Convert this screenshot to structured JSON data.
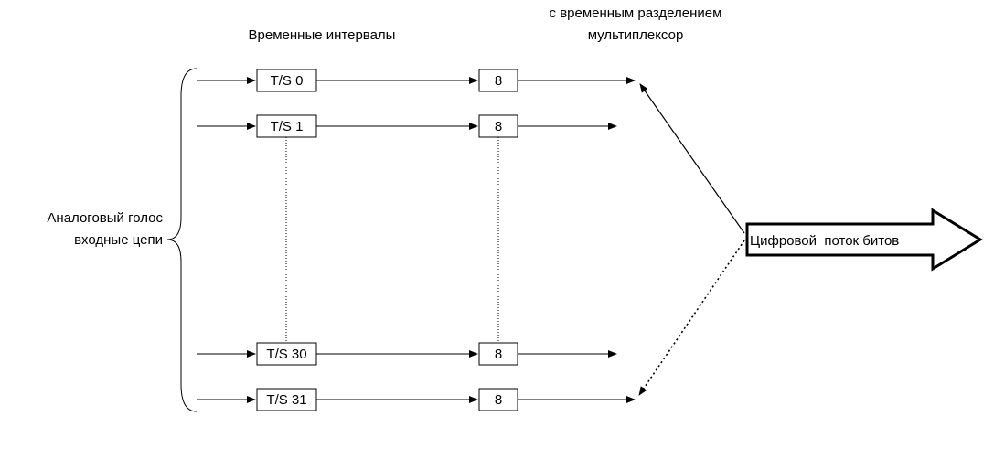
{
  "labels": {
    "timeslots_title": "Временные интервалы",
    "mux_title_line1": "с временным разделением",
    "mux_title_line2": "мультиплексор",
    "input_line1": "Аналоговый голос",
    "input_line2": "входные цепи",
    "output": "Цифровой  поток битов"
  },
  "rows": [
    {
      "slot": "T/S 0",
      "bits": "8"
    },
    {
      "slot": "T/S 1",
      "bits": "8"
    },
    {
      "slot": "T/S 30",
      "bits": "8"
    },
    {
      "slot": "T/S 31",
      "bits": "8"
    }
  ]
}
